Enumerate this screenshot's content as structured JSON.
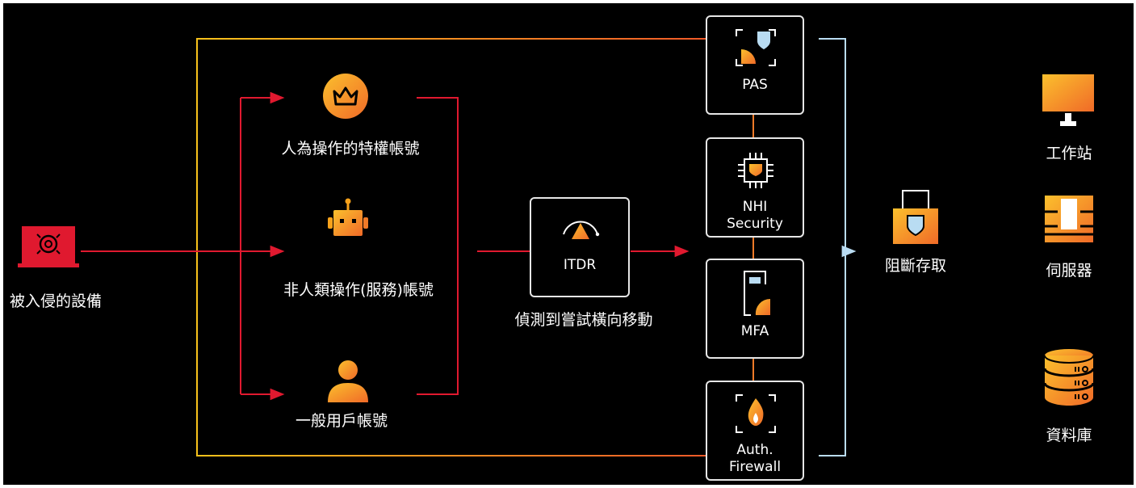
{
  "source": {
    "label": "被入侵的設備"
  },
  "accounts": [
    {
      "id": "privileged",
      "label": "人為操作的特權帳號",
      "icon": "crown-icon"
    },
    {
      "id": "nhi",
      "label": "非人類操作(服務)帳號",
      "icon": "robot-icon"
    },
    {
      "id": "user",
      "label": "一般用戶帳號",
      "icon": "person-icon"
    }
  ],
  "detector": {
    "box_label": "ITDR",
    "caption": "偵測到嘗試橫向移動",
    "icon": "gauge-alert-icon"
  },
  "controls": [
    {
      "id": "pas",
      "label": "PAS",
      "icon": "shield-scan-icon"
    },
    {
      "id": "nhi-security",
      "label": "NHI\nSecurity",
      "icon": "chip-icon"
    },
    {
      "id": "mfa",
      "label": "MFA",
      "icon": "phone-auth-icon"
    },
    {
      "id": "auth-firewall",
      "label": "Auth.\nFirewall",
      "icon": "flame-scan-icon"
    }
  ],
  "block": {
    "label": "阻斷存取",
    "icon": "padlock-shield-icon"
  },
  "resources": [
    {
      "id": "workstation",
      "label": "工作站",
      "icon": "monitor-icon"
    },
    {
      "id": "server",
      "label": "伺服器",
      "icon": "server-icon"
    },
    {
      "id": "database",
      "label": "資料庫",
      "icon": "database-icon"
    }
  ],
  "colors": {
    "background": "#000000",
    "attack_red": "#e0192f",
    "accent_orange": "#f7a21b",
    "accent_orange_dark": "#f0602a",
    "bracket_blue": "#b9dcf2",
    "box_border": "#e6e6e6"
  }
}
